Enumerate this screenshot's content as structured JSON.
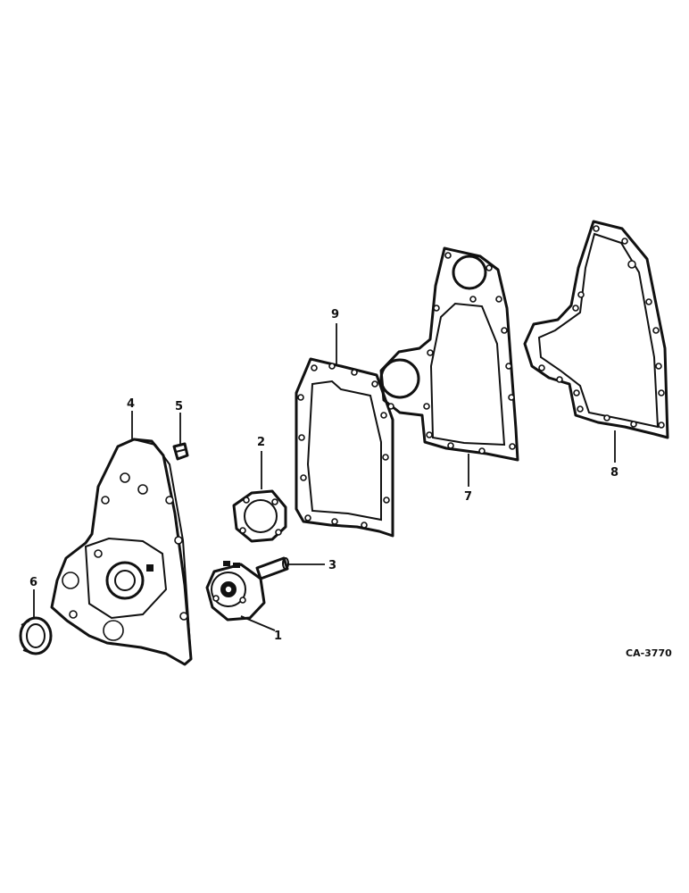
{
  "diagram_code": "CA-3770",
  "callouts": {
    "c1": "1",
    "c2": "2",
    "c3": "3",
    "c4": "4",
    "c5": "5",
    "c6": "6",
    "c7": "7",
    "c8": "8",
    "c9": "9"
  }
}
